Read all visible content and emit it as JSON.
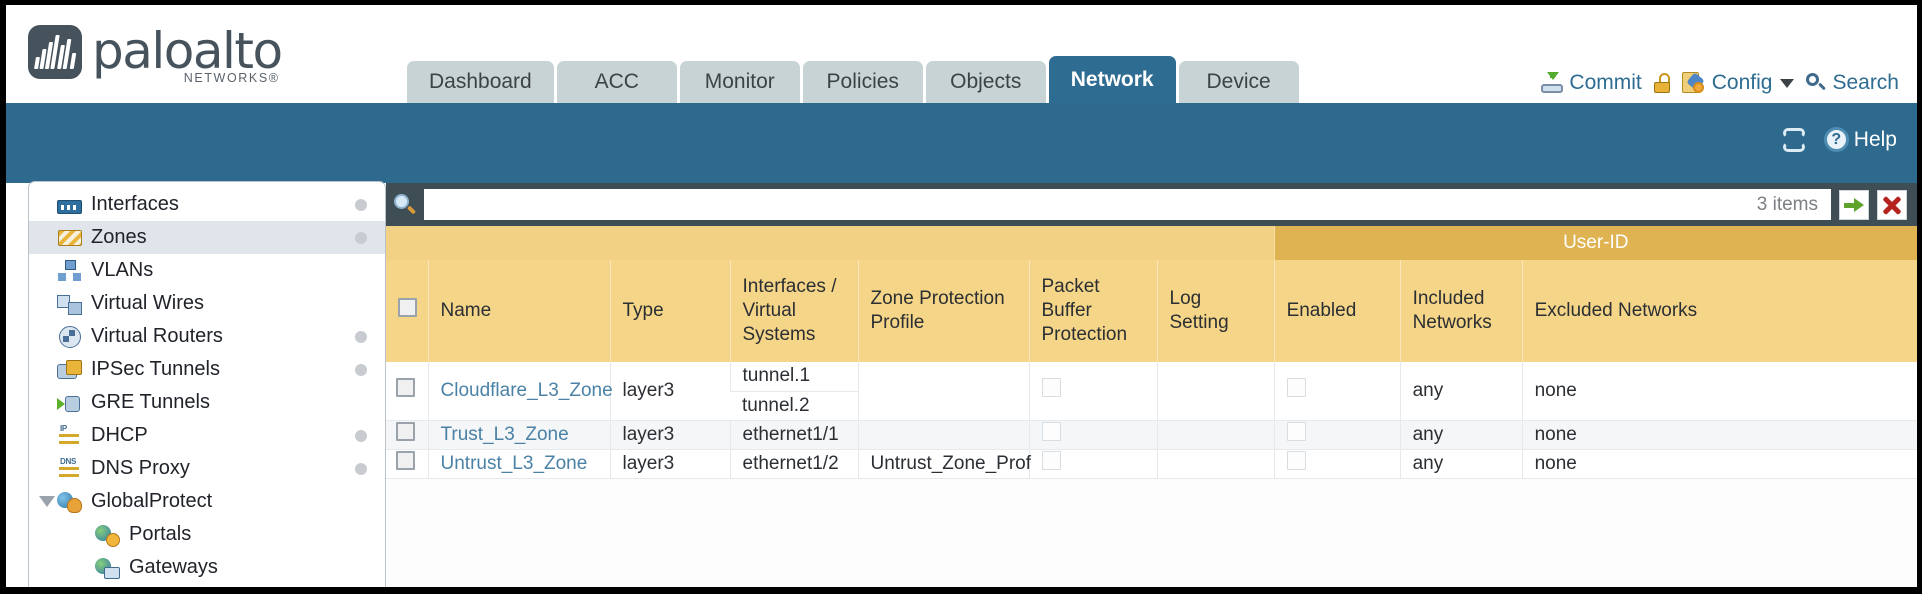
{
  "brand": {
    "name": "paloalto",
    "sub": "NETWORKS",
    "registered": "®"
  },
  "nav": {
    "tabs": [
      {
        "label": "Dashboard",
        "active": false
      },
      {
        "label": "ACC",
        "active": false
      },
      {
        "label": "Monitor",
        "active": false
      },
      {
        "label": "Policies",
        "active": false
      },
      {
        "label": "Objects",
        "active": false
      },
      {
        "label": "Network",
        "active": true
      },
      {
        "label": "Device",
        "active": false
      }
    ],
    "actions": {
      "commit": "Commit",
      "config": "Config",
      "search": "Search"
    }
  },
  "toolbar": {
    "help": "Help",
    "help_glyph": "?"
  },
  "sidebar": {
    "items": [
      {
        "label": "Interfaces",
        "icon": "interfaces-icon",
        "selected": false,
        "dot": true,
        "child": false,
        "expander": false
      },
      {
        "label": "Zones",
        "icon": "zones-icon",
        "selected": true,
        "dot": true,
        "child": false,
        "expander": false
      },
      {
        "label": "VLANs",
        "icon": "vlans-icon",
        "selected": false,
        "dot": false,
        "child": false,
        "expander": false
      },
      {
        "label": "Virtual Wires",
        "icon": "virtual-wires-icon",
        "selected": false,
        "dot": false,
        "child": false,
        "expander": false
      },
      {
        "label": "Virtual Routers",
        "icon": "virtual-routers-icon",
        "selected": false,
        "dot": true,
        "child": false,
        "expander": false
      },
      {
        "label": "IPSec Tunnels",
        "icon": "ipsec-tunnels-icon",
        "selected": false,
        "dot": true,
        "child": false,
        "expander": false
      },
      {
        "label": "GRE Tunnels",
        "icon": "gre-tunnels-icon",
        "selected": false,
        "dot": false,
        "child": false,
        "expander": false
      },
      {
        "label": "DHCP",
        "icon": "dhcp-icon",
        "selected": false,
        "dot": true,
        "child": false,
        "expander": false
      },
      {
        "label": "DNS Proxy",
        "icon": "dns-proxy-icon",
        "selected": false,
        "dot": true,
        "child": false,
        "expander": false
      },
      {
        "label": "GlobalProtect",
        "icon": "globalprotect-icon",
        "selected": false,
        "dot": false,
        "child": false,
        "expander": true
      },
      {
        "label": "Portals",
        "icon": "portals-icon",
        "selected": false,
        "dot": false,
        "child": true,
        "expander": false
      },
      {
        "label": "Gateways",
        "icon": "gateways-icon",
        "selected": false,
        "dot": false,
        "child": true,
        "expander": false
      }
    ]
  },
  "filter": {
    "value": "",
    "placeholder": "",
    "item_count": "3 items",
    "apply_icon": "apply-filter-icon",
    "clear_icon": "clear-filter-icon"
  },
  "table": {
    "group_header": "User-ID",
    "columns": [
      "Name",
      "Type",
      "Interfaces / Virtual Systems",
      "Zone Protection Profile",
      "Packet Buffer Protection",
      "Log Setting",
      "Enabled",
      "Included Networks",
      "Excluded Networks"
    ],
    "rows": [
      {
        "name": "Cloudflare_L3_Zone",
        "type": "layer3",
        "interfaces": [
          "tunnel.1",
          "tunnel.2"
        ],
        "zone_protection_profile": "",
        "packet_buffer_protection": false,
        "log_setting": "",
        "userid_enabled": false,
        "included_networks": "any",
        "excluded_networks": "none",
        "zebra": false
      },
      {
        "name": "Trust_L3_Zone",
        "type": "layer3",
        "interfaces": [
          "ethernet1/1"
        ],
        "zone_protection_profile": "",
        "packet_buffer_protection": false,
        "log_setting": "",
        "userid_enabled": false,
        "included_networks": "any",
        "excluded_networks": "none",
        "zebra": true
      },
      {
        "name": "Untrust_L3_Zone",
        "type": "layer3",
        "interfaces": [
          "ethernet1/2"
        ],
        "zone_protection_profile": "Untrust_Zone_Prof",
        "packet_buffer_protection": false,
        "log_setting": "",
        "userid_enabled": false,
        "included_networks": "any",
        "excluded_networks": "none",
        "zebra": false
      }
    ]
  },
  "colors": {
    "brand_blue": "#2d6a8e",
    "tab_inactive": "#c8d3d5",
    "header_amber": "#f5d587",
    "group_amber": "#dfb351",
    "filter_slate": "#3f4d55",
    "link_blue": "#4a82a6"
  }
}
